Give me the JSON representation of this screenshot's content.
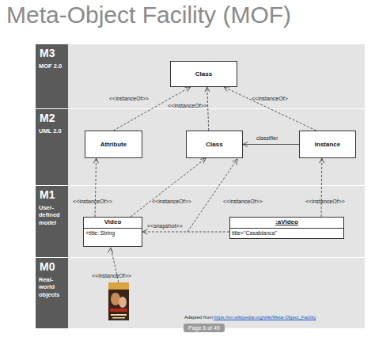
{
  "diagram": {
    "title": "Meta-Object Facility (MOF)",
    "nodes": [
      {
        "text": [
          "M3",
          "MOF 2.0"
        ]
      },
      {
        "text": [
          "Class"
        ],
        "in": 0
      },
      {
        "text": [
          "M2",
          "UML 2.0"
        ]
      },
      {
        "text": [
          "Attribute"
        ],
        "in": 2
      },
      {
        "text": [
          "Class"
        ],
        "in": 2
      },
      {
        "text": [
          "Instance"
        ],
        "in": 2
      },
      {
        "text": [
          "M1",
          "User-defined model"
        ]
      },
      {
        "text": [
          "Video",
          "+title: String"
        ],
        "in": 6
      },
      {
        "text": [
          ":aVideo",
          "title=\"Casablanca\""
        ],
        "in": 6
      },
      {
        "text": [
          "M0",
          "Real-world objects"
        ]
      }
    ],
    "edges": [
      {
        "from": 3,
        "to": 1,
        "arrow": "to",
        "label": "<<instanceOf>>"
      },
      {
        "from": 4,
        "to": 1,
        "arrow": "to",
        "label": "<<instanceOf>>"
      },
      {
        "from": 5,
        "to": 1,
        "arrow": "to",
        "label": "<<instanceOf>"
      },
      {
        "from": 5,
        "to": 4,
        "arrow": "to",
        "label": "classifier"
      },
      {
        "from": 7,
        "to": 3,
        "arrow": "to",
        "label": "<<instanceOf>>"
      },
      {
        "from": 7,
        "to": 4,
        "arrow": "to",
        "label": "<<instanceOf>>"
      },
      {
        "from": 8,
        "to": 5,
        "arrow": "to",
        "label": "<<instanceOf>>"
      },
      {
        "from": 8,
        "to": 7,
        "arrow": "to",
        "label": "<<snapshot>>"
      }
    ],
    "labels": [
      "<<instanceOf>>",
      "<<instanceOf>>",
      "Adapted from",
      "https://en.wikipedia.org/wiki/Meta-Object_Facility",
      "Page 8 of 49"
    ]
  }
}
